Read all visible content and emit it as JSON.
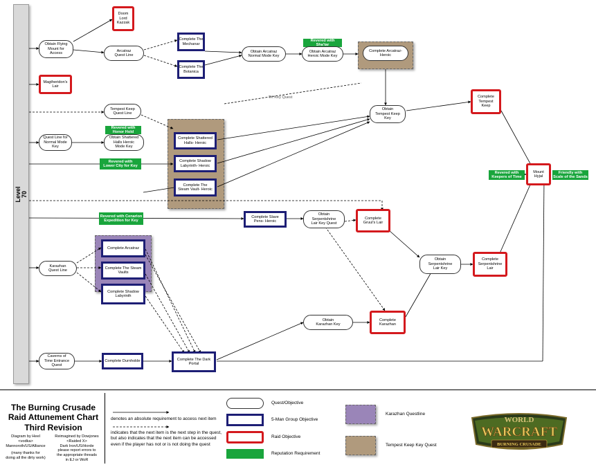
{
  "level_label": "Level\n70",
  "nodes": {
    "doom_lord": "Doom\nLord\nKazzak",
    "flying_mount": "Obtain Flying\nMount for\nAccess",
    "arcatraz_line": "Arcatraz\nQuest Line",
    "mechanar": "Complete The\nMechanar",
    "botanica": "Complete The\nBotanica",
    "arcatraz_normal_key": "Obtain Arcatraz\nNormal Mode Key",
    "revered_shatar": "Revered with\nSha'tar",
    "arcatraz_heroic_key": "Obtain Arcatraz\nHeroic Mode Key",
    "arcatraz_heroic": "Complete Arcatraz-\nHeroic",
    "magtheridon": "Magtheridon's\nLair",
    "tk_quest_line": "Tempest Keep\nQuest Line",
    "tk_key_quest_label": "TK Key Quest",
    "tempest_keep_key": "Obtain\nTempest Keep\nKey",
    "tempest_keep": "Complete\nTempest\nKeep",
    "normal_mode_key_line": "Quest Line for\nNormal Mode\nKey",
    "revered_honor_hold": "Revered with\nHonor Hold",
    "shattered_halls_key": "Obtain Shattered\nHalls Heroic\nMode Key",
    "shattered_halls_heroic": "Complete Shattered\nHalls- Heroic",
    "revered_lower_city": "Revered with\nLower City for Key",
    "shadow_lab_heroic": "Complete Shadow\nLabyrinth- Heroic",
    "steam_vault_heroic": "Complete The\nSteam Vault- Heroic",
    "revered_keepers": "Revered with\nKeepers of Time",
    "mount_hyjal": "Mount\nHyjal",
    "friendly_scale": "Friendly with\nScale of the Sands",
    "revered_cenarion": "Revered with Cenarion\nExpedition for Key",
    "slave_pens_heroic": "Complete Slave\nPens- Heroic",
    "serpentshrine_key_quest": "Obtain\nSerpentshrine\nLair Key Quest",
    "gruuls_lair": "Complete\nGruul's Lair",
    "karazhan_line": "Karazhan\nQuest Line",
    "kz_arcatraz": "Complete Arcatraz",
    "kz_steam_vaults": "Complete The Steam\nVaults",
    "kz_shadow_lab": "Complete Shadow\nLabyrinth",
    "serpentshrine_key": "Obtain\nSerpentshrine\nLair Key",
    "serpentshrine": "Complete\nSerpentshrine\nLair",
    "karazhan_key": "Obtain\nKarazhan Key",
    "karazhan": "Complete\nKarazhan",
    "cot_entrance": "Caverns of\nTime Entrance\nQuest",
    "durnholde": "Complete Durnholde",
    "dark_portal": "Complete The Dark\nPortal"
  },
  "footer": {
    "title": "The Burning Crusade\nRaid Attunement Chart\nThird Revision",
    "credit_left": "Diagram by Heel\n<vodka>\nMannoroth/US/Alliance",
    "credit_right": "Reimagined by Dowjones\n<Raided X>\nDark Iron/US/Horde",
    "thanks": "(many thanks for\ndoing all the dirty work)",
    "report": "please report errors to\nthe appropriate threads\nin EJ or WoR",
    "legend": {
      "solid_arrow": "denotes an absolute requirement to access next item",
      "dashed_arrow": "indicates that the next item is the next step in the quest,\nbut also indicates that the next item can be accessed\neven if the player has not or is not doing the quest",
      "quest_objective": "Quest/Objective",
      "five_man": "5-Man Group Objective",
      "raid": "Raid Objective",
      "reputation": "Reputation Requirement",
      "karazhan_questline": "Karazhan Questline",
      "tk_key_quest": "Tempest Keep Key Quest"
    },
    "logo": {
      "line1": "WORLD",
      "line2": "WARCRAFT",
      "line3": "BURNING CRUSADE"
    }
  },
  "colors": {
    "five_man": "#1d1e75",
    "raid": "#d4191d",
    "reputation": "#19a53c",
    "karazhan": "#9a85b8",
    "tempest_keep": "#b09a7d"
  }
}
